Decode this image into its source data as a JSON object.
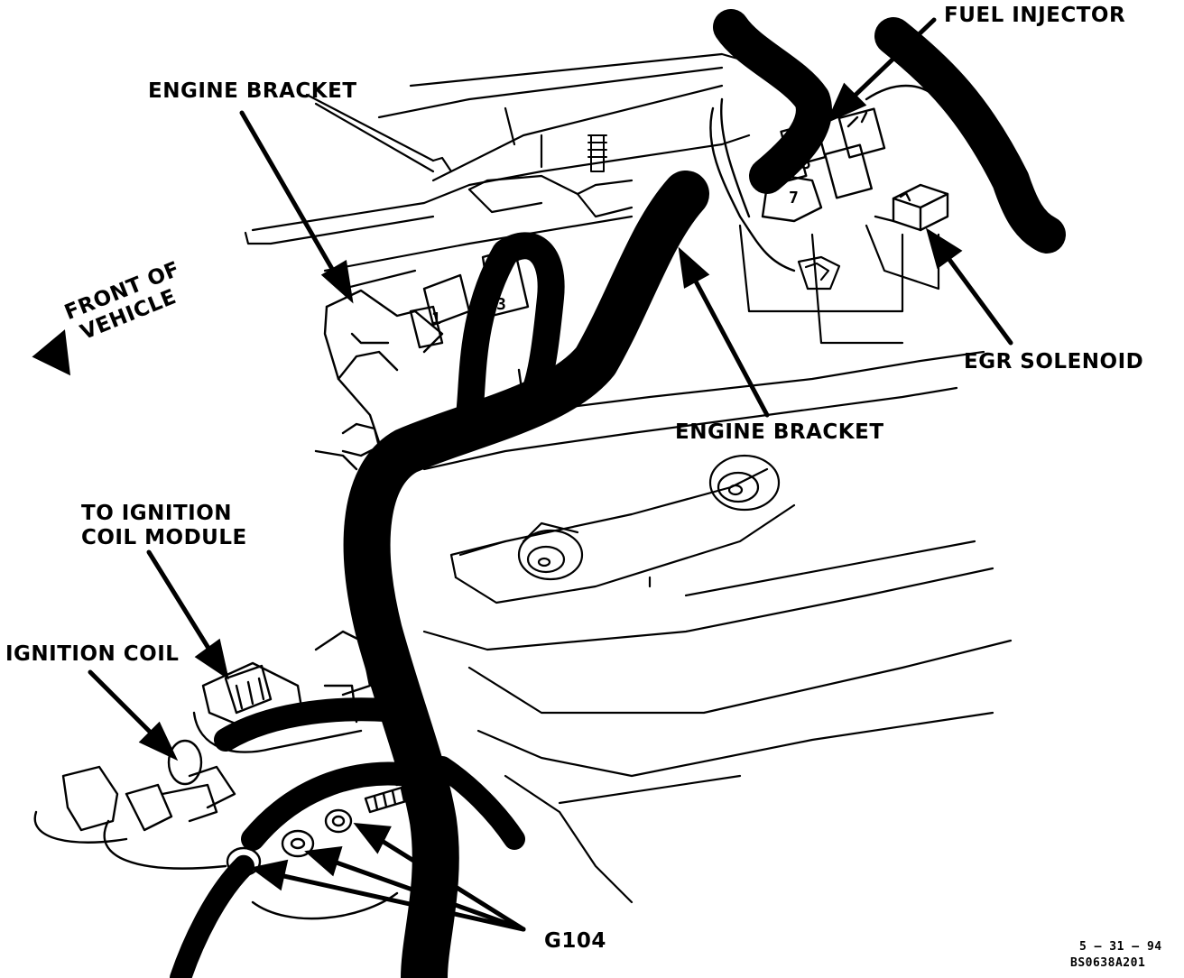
{
  "labels": {
    "fuel_injector": "FUEL INJECTOR",
    "engine_bracket_top": "ENGINE BRACKET",
    "front_of_vehicle_line1": "FRONT OF",
    "front_of_vehicle_line2": "VEHICLE",
    "egr_solenoid": "EGR SOLENOID",
    "engine_bracket_mid": "ENGINE BRACKET",
    "to_ignition_coil_module_line1": "TO IGNITION",
    "to_ignition_coil_module_line2": "COIL MODULE",
    "ignition_coil": "IGNITION COIL",
    "ground": "G104",
    "date_code": "5 – 31 – 94",
    "figure_code": "BS0638A201"
  },
  "connector_numbers": [
    "1",
    "3",
    "5",
    "7"
  ]
}
